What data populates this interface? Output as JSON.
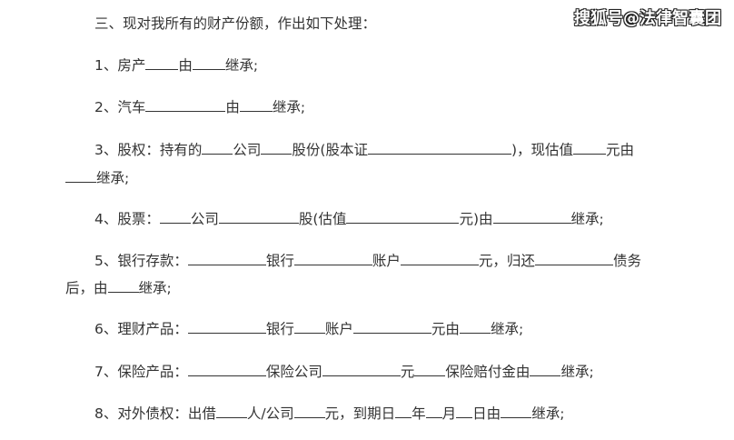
{
  "watermark": "搜狐号@法律智囊团",
  "document": {
    "heading": "三、现对我所有的财产份额，作出如下处理：",
    "items": [
      {
        "num": "1、",
        "parts": [
          "房产",
          "由",
          "继承;"
        ]
      },
      {
        "num": "2、",
        "parts": [
          "汽车",
          "由",
          "继承;"
        ]
      },
      {
        "num": "3、",
        "parts": [
          "股权：持有的",
          "公司",
          "股份(股本证",
          ")，现估值",
          "元由"
        ],
        "cont": [
          "继承;"
        ]
      },
      {
        "num": "4、",
        "parts": [
          "股票：",
          "公司",
          "股(估值",
          "元)由",
          "继承;"
        ]
      },
      {
        "num": "5、",
        "parts": [
          "银行存款：",
          "银行",
          "账户",
          "元，归还",
          "债务"
        ],
        "cont": [
          "后，由",
          "继承;"
        ]
      },
      {
        "num": "6、",
        "parts": [
          "理财产品：",
          "银行",
          "账户",
          "元由",
          "继承;"
        ]
      },
      {
        "num": "7、",
        "parts": [
          "保险产品：",
          "保险公司",
          "元",
          "保险赔付金由",
          "继承;"
        ]
      },
      {
        "num": "8、",
        "parts": [
          "对外债权：出借",
          "人/公司",
          "元，到期日",
          "年",
          "月",
          "日由",
          "继承;"
        ]
      }
    ]
  }
}
